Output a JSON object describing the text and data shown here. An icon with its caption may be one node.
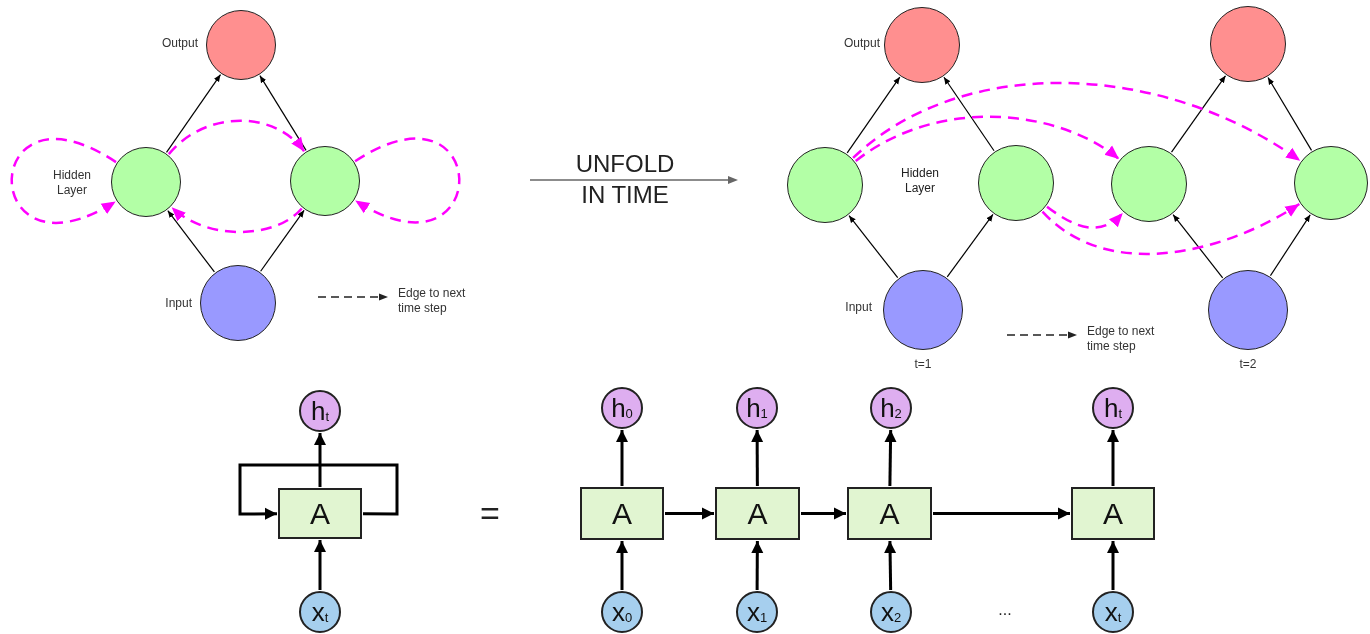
{
  "diagram": {
    "nodes": [
      {
        "text": [],
        "shape": "circle",
        "beside": [
          "Output"
        ]
      },
      {
        "text": [],
        "shape": "circle",
        "beside": [
          "Hidden Layer"
        ]
      },
      {
        "text": [],
        "shape": "circle"
      },
      {
        "text": [],
        "shape": "circle",
        "beside": [
          "Input"
        ]
      },
      {
        "text": [],
        "shape": "circle",
        "beside": [
          "Output"
        ]
      },
      {
        "text": [],
        "shape": "circle"
      },
      {
        "text": [],
        "shape": "circle"
      },
      {
        "text": [],
        "shape": "circle"
      },
      {
        "text": [],
        "shape": "circle"
      },
      {
        "text": [],
        "shape": "circle"
      },
      {
        "text": [],
        "shape": "circle",
        "beside": [
          "Input",
          "t=1"
        ]
      },
      {
        "text": [],
        "shape": "circle",
        "beside": [
          "t=2"
        ]
      },
      {
        "text": [
          "h$_{t}$"
        ]
      },
      {
        "text": [
          "A"
        ]
      },
      {
        "text": [
          "x$_{t}$"
        ]
      },
      {
        "text": [
          "h$_{0}$"
        ]
      },
      {
        "text": [
          "h$_{1}$"
        ]
      },
      {
        "text": [
          "h$_{2}$"
        ]
      },
      {
        "text": [
          "h$_{t}$"
        ]
      },
      {
        "text": [
          "A"
        ]
      },
      {
        "text": [
          "A"
        ]
      },
      {
        "text": [
          "A"
        ]
      },
      {
        "text": [
          "A"
        ]
      },
      {
        "text": [
          "x$_{0}$"
        ]
      },
      {
        "text": [
          "x$_{1}$"
        ]
      },
      {
        "text": [
          "x$_{2}$"
        ]
      },
      {
        "text": [
          "x$_{t}$"
        ]
      }
    ],
    "edges": [
      {
        "from": 1,
        "to": 0,
        "arrow": "to"
      },
      {
        "from": 2,
        "to": 0,
        "arrow": "to"
      },
      {
        "from": 3,
        "to": 1,
        "arrow": "to"
      },
      {
        "from": 3,
        "to": 2,
        "arrow": "to"
      },
      {
        "from": 1,
        "to": 2,
        "arrow": "to",
        "style": "dashed",
        "color": "#ff00ff"
      },
      {
        "from": 2,
        "to": 1,
        "arrow": "to",
        "style": "dashed",
        "color": "#ff00ff"
      },
      {
        "from": 1,
        "to": 1,
        "arrow": "to",
        "style": "dashed",
        "color": "#ff00ff"
      },
      {
        "from": 2,
        "to": 2,
        "arrow": "to",
        "style": "dashed",
        "color": "#ff00ff"
      },
      {
        "from": 6,
        "to": 4,
        "arrow": "to"
      },
      {
        "from": 7,
        "to": 4,
        "arrow": "to"
      },
      {
        "from": 10,
        "to": 6,
        "arrow": "to"
      },
      {
        "from": 10,
        "to": 7,
        "arrow": "to"
      },
      {
        "from": 8,
        "to": 5,
        "arrow": "to"
      },
      {
        "from": 9,
        "to": 5,
        "arrow": "to"
      },
      {
        "from": 11,
        "to": 8,
        "arrow": "to"
      },
      {
        "from": 11,
        "to": 9,
        "arrow": "to"
      },
      {
        "from": 6,
        "to": 8,
        "arrow": "to",
        "style": "dashed",
        "color": "#ff00ff"
      },
      {
        "from": 6,
        "to": 9,
        "arrow": "to",
        "style": "dashed",
        "color": "#ff00ff"
      },
      {
        "from": 7,
        "to": 8,
        "arrow": "to",
        "style": "dashed",
        "color": "#ff00ff"
      },
      {
        "from": 7,
        "to": 9,
        "arrow": "to",
        "style": "dashed",
        "color": "#ff00ff"
      },
      {
        "from": 14,
        "to": 13,
        "arrow": "to"
      },
      {
        "from": 13,
        "to": 12,
        "arrow": "to"
      },
      {
        "from": 13,
        "to": 13,
        "arrow": "to"
      },
      {
        "from": 23,
        "to": 19,
        "arrow": "to"
      },
      {
        "from": 24,
        "to": 20,
        "arrow": "to"
      },
      {
        "from": 25,
        "to": 21,
        "arrow": "to"
      },
      {
        "from": 26,
        "to": 22,
        "arrow": "to"
      },
      {
        "from": 19,
        "to": 15,
        "arrow": "to"
      },
      {
        "from": 20,
        "to": 16,
        "arrow": "to"
      },
      {
        "from": 21,
        "to": 17,
        "arrow": "to"
      },
      {
        "from": 22,
        "to": 18,
        "arrow": "to"
      },
      {
        "from": 19,
        "to": 20,
        "arrow": "to"
      },
      {
        "from": 20,
        "to": 21,
        "arrow": "to"
      },
      {
        "from": 21,
        "to": 22,
        "arrow": "to"
      }
    ],
    "labels": [
      "UNFOLD IN TIME",
      "Hidden Layer",
      "=",
      "..."
    ],
    "legend": [
      {
        "text": "Edge to next time step"
      },
      {
        "text": "Edge to next time step"
      }
    ]
  }
}
